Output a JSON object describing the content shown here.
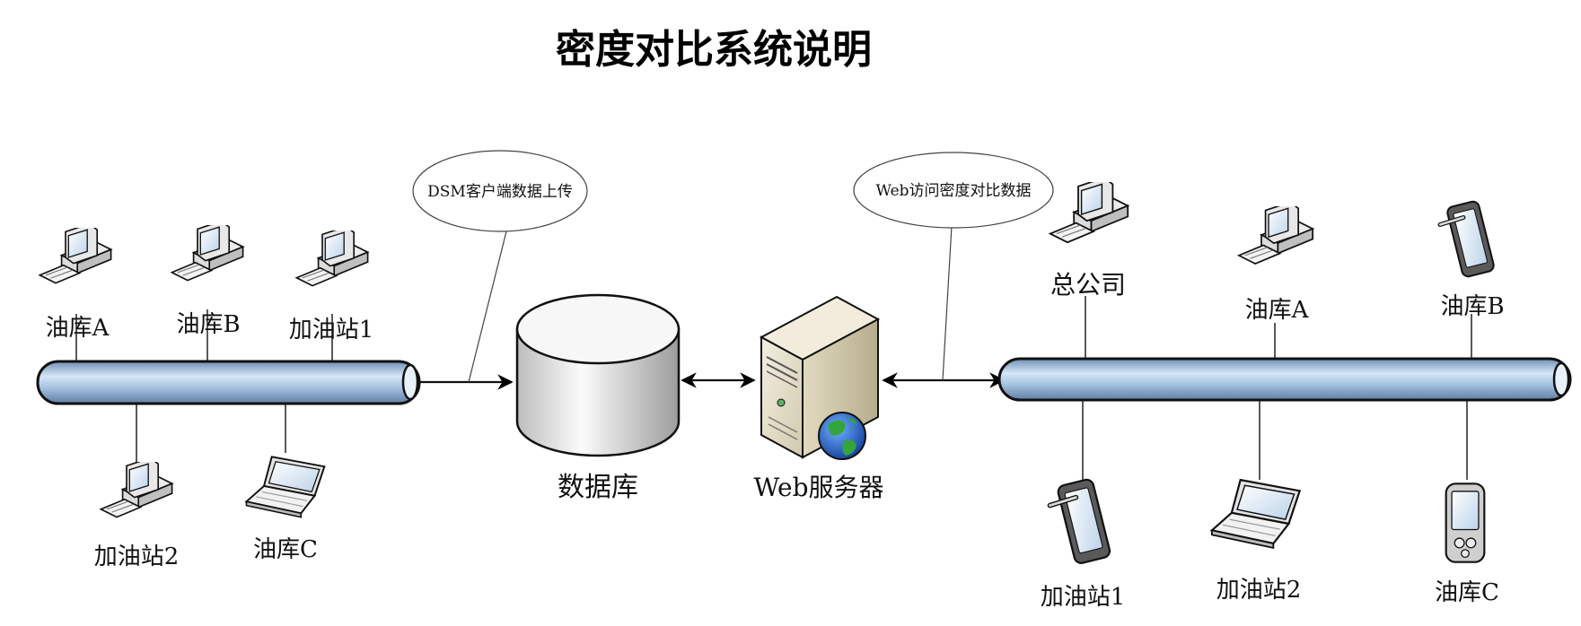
{
  "title": "密度对比系统说明",
  "left_network": {
    "nodes": [
      {
        "label": "油库A",
        "device": "desktop-computer"
      },
      {
        "label": "油库B",
        "device": "desktop-computer"
      },
      {
        "label": "加油站1",
        "device": "desktop-computer"
      },
      {
        "label": "加油站2",
        "device": "desktop-computer"
      },
      {
        "label": "油库C",
        "device": "laptop"
      }
    ]
  },
  "callouts": {
    "upload": "DSM客户端数据上传",
    "web_access": "Web访问密度对比数据"
  },
  "database": {
    "label": "数据库",
    "icon": "database-cylinder"
  },
  "web_server": {
    "label": "Web服务器",
    "icon": "server-tower-with-globe"
  },
  "right_network": {
    "nodes": [
      {
        "label": "总公司",
        "device": "desktop-computer"
      },
      {
        "label": "油库A",
        "device": "desktop-computer"
      },
      {
        "label": "油库B",
        "device": "tablet"
      },
      {
        "label": "加油站1",
        "device": "tablet"
      },
      {
        "label": "加油站2",
        "device": "laptop"
      },
      {
        "label": "油库C",
        "device": "pda"
      }
    ]
  },
  "colors": {
    "bus_fill": "#9fc0e0",
    "bus_stroke": "#111111",
    "line": "#222222"
  }
}
